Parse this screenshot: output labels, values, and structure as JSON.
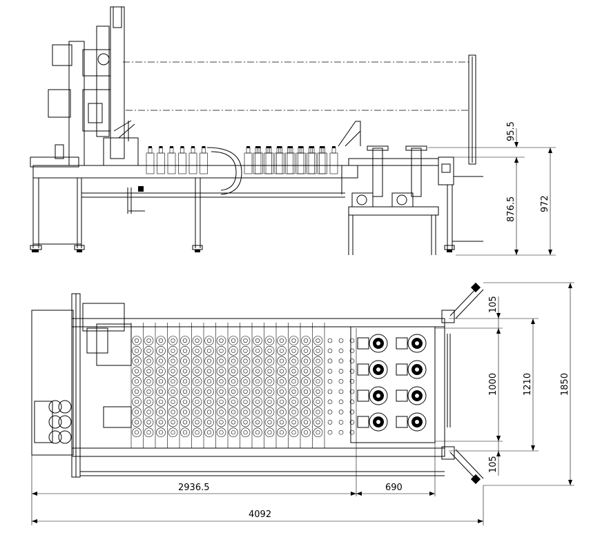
{
  "drawing": {
    "side_view": {
      "dimensions": {
        "d_95_5": "95.5",
        "d_876_5": "876.5",
        "d_972": "972"
      }
    },
    "top_view": {
      "dimensions": {
        "d_105_top": "105",
        "d_1000": "1000",
        "d_1210": "1210",
        "d_1850": "1850",
        "d_105_bottom": "105",
        "d_2936_5": "2936.5",
        "d_690": "690",
        "d_4092": "4092"
      }
    }
  }
}
